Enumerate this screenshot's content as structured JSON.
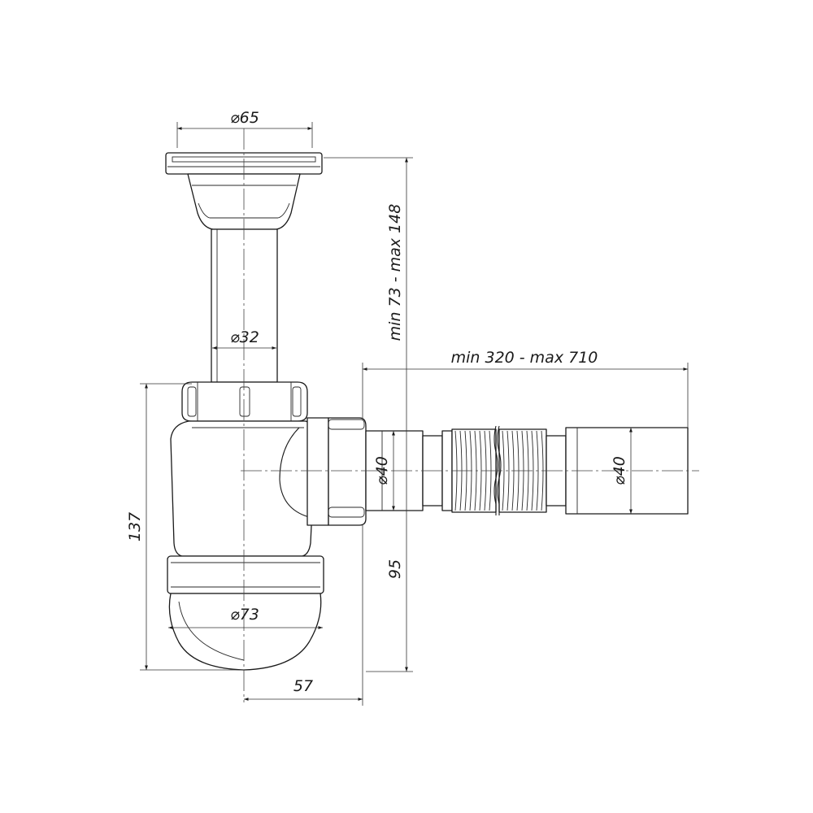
{
  "dimensions": {
    "flange_diameter": "⌀65",
    "pipe_diameter": "⌀32",
    "bottle_diameter": "⌀73",
    "outlet_diameter": "⌀40",
    "hose_end_diameter": "⌀40",
    "overall_height": "137",
    "outlet_height": "95",
    "outlet_offset": "57",
    "pipe_length_range": "min 73 - max 148",
    "hose_length_range": "min 320 - max 710"
  }
}
